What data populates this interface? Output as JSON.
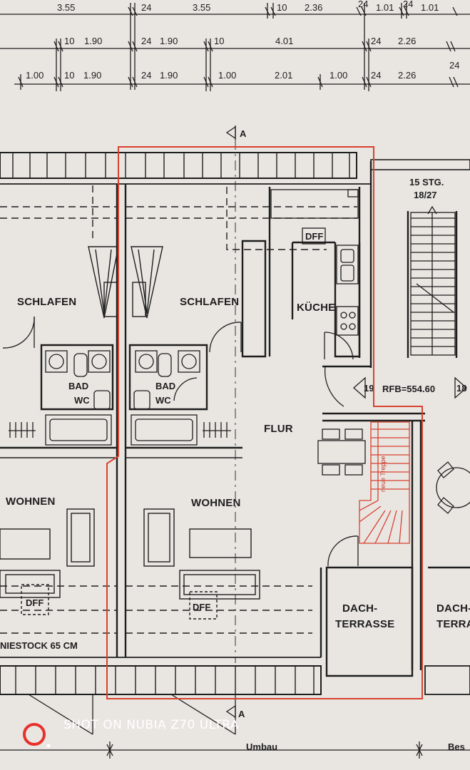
{
  "dimension_rows": [
    [
      "3.55",
      "24",
      "3.55",
      "10",
      "2.36",
      "24",
      "1.01",
      "24",
      "1.01"
    ],
    [
      "10",
      "1.90",
      "24",
      "1.90",
      "10",
      "4.01",
      "24",
      "2.26",
      "24"
    ],
    [
      "1.00",
      "10",
      "1.90",
      "24",
      "1.90",
      "1.00",
      "2.01",
      "1.00",
      "24",
      "2.26"
    ]
  ],
  "rooms": {
    "left_bedroom": "SCHLAFEN",
    "bedroom": "SCHLAFEN",
    "kitchen": "KÜCHE",
    "left_bath_1": "BAD",
    "left_bath_2": "WC",
    "bath_1": "BAD",
    "bath_2": "WC",
    "hall": "FLUR",
    "left_living": "WOHNEN",
    "living": "WOHNEN",
    "terrace_1": "DACH-",
    "terrace_2": "TERRASSE",
    "right_terrace_1": "DACH-",
    "right_terrace_2": "TERRA"
  },
  "stair_count": "15 STG.",
  "stair_ratio": "18/27",
  "floor_level": "RFB=554.60",
  "step_left": "19",
  "step_right": "18",
  "section_marker_top": "A",
  "section_marker_bottom": "A",
  "oven_label_1": "DFF",
  "oven_label_2": "DFF",
  "oven_label_3": "DFF",
  "new_stair_label": "neue Treppe",
  "kniestock": "NIESTOCK 65 CM",
  "bottom_note_1": "Umbau",
  "bottom_note_2": "Bes",
  "watermark": "SHOT ON NUBIA Z70 ULTRA",
  "colors": {
    "paper": "#e9e6e2",
    "ink": "#1e1e1e",
    "highlight": "#d9412e",
    "watermark_ring": "#e8302a"
  }
}
